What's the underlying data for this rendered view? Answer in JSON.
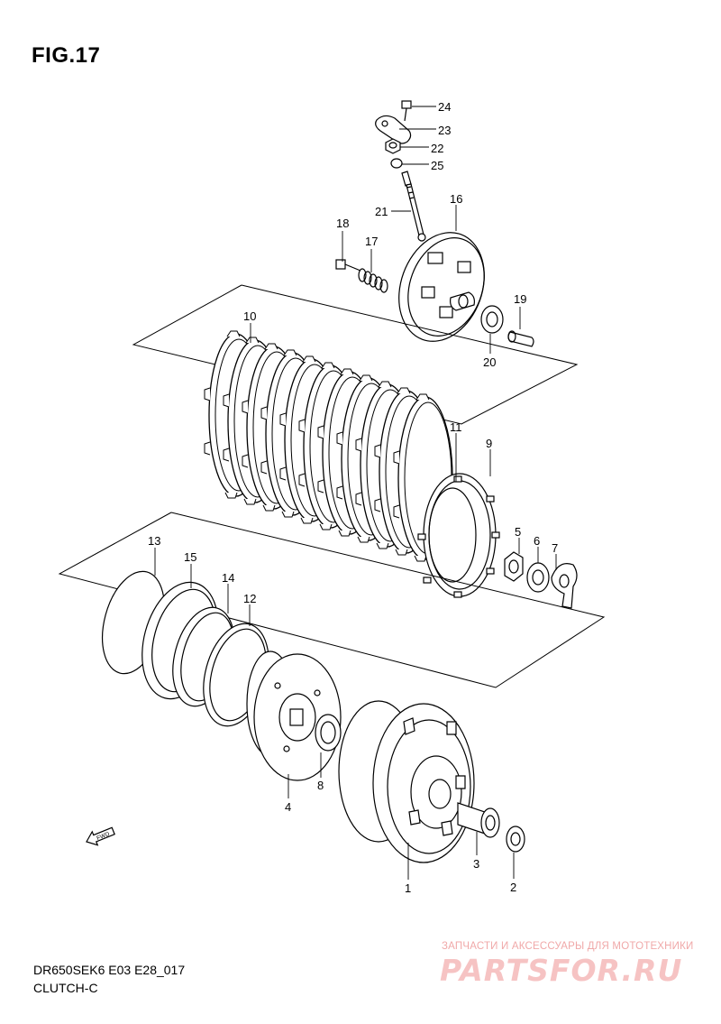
{
  "figure": {
    "title": "FIG.17"
  },
  "parts": [
    {
      "number": "1"
    },
    {
      "number": "2"
    },
    {
      "number": "3"
    },
    {
      "number": "4"
    },
    {
      "number": "5"
    },
    {
      "number": "6"
    },
    {
      "number": "7"
    },
    {
      "number": "8"
    },
    {
      "number": "9"
    },
    {
      "number": "10"
    },
    {
      "number": "11"
    },
    {
      "number": "12"
    },
    {
      "number": "13"
    },
    {
      "number": "14"
    },
    {
      "number": "15"
    },
    {
      "number": "16"
    },
    {
      "number": "17"
    },
    {
      "number": "18"
    },
    {
      "number": "19"
    },
    {
      "number": "20"
    },
    {
      "number": "21"
    },
    {
      "number": "22"
    },
    {
      "number": "23"
    },
    {
      "number": "24"
    },
    {
      "number": "25"
    }
  ],
  "direction_marker": "FWD",
  "footer": {
    "model_code": "DR650SEK6 E03 E28_017",
    "section_name": "CLUTCH-C"
  },
  "watermark": {
    "tagline": "ЗАПЧАСТИ И АКСЕССУАРЫ ДЛЯ МОТОТЕХНИКИ",
    "brand": "PARTSFOR.RU"
  }
}
